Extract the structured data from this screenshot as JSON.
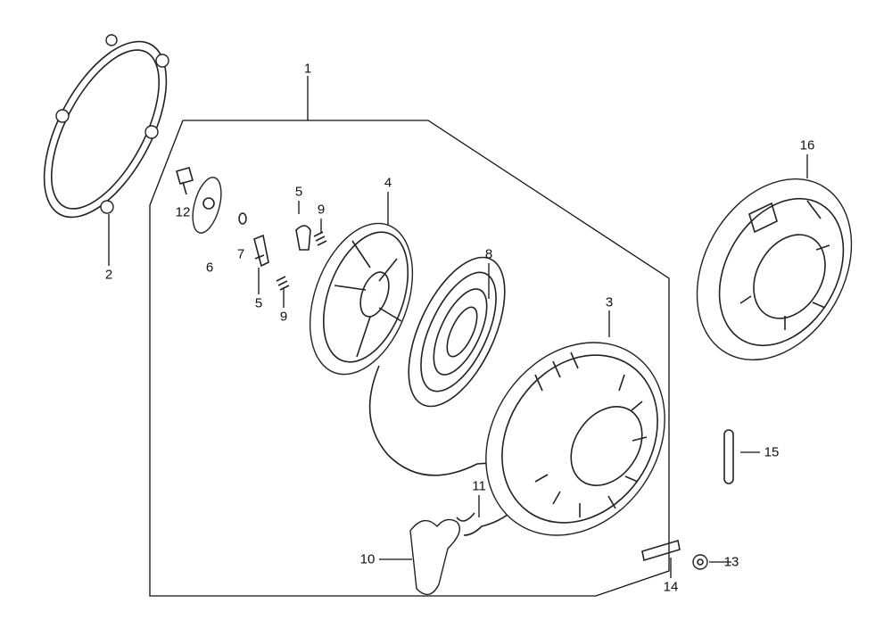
{
  "diagram": {
    "title": "Recoil starter exploded parts diagram",
    "callouts": [
      {
        "id": "c1",
        "text": "1"
      },
      {
        "id": "c2",
        "text": "2"
      },
      {
        "id": "c3",
        "text": "3"
      },
      {
        "id": "c4",
        "text": "4"
      },
      {
        "id": "c5a",
        "text": "5"
      },
      {
        "id": "c5b",
        "text": "5"
      },
      {
        "id": "c6",
        "text": "6"
      },
      {
        "id": "c7",
        "text": "7"
      },
      {
        "id": "c8",
        "text": "8"
      },
      {
        "id": "c9a",
        "text": "9"
      },
      {
        "id": "c9b",
        "text": "9"
      },
      {
        "id": "c10",
        "text": "10"
      },
      {
        "id": "c11",
        "text": "11"
      },
      {
        "id": "c12",
        "text": "12"
      },
      {
        "id": "c13",
        "text": "13"
      },
      {
        "id": "c14",
        "text": "14"
      },
      {
        "id": "c15",
        "text": "15"
      },
      {
        "id": "c16",
        "text": "16"
      }
    ]
  }
}
